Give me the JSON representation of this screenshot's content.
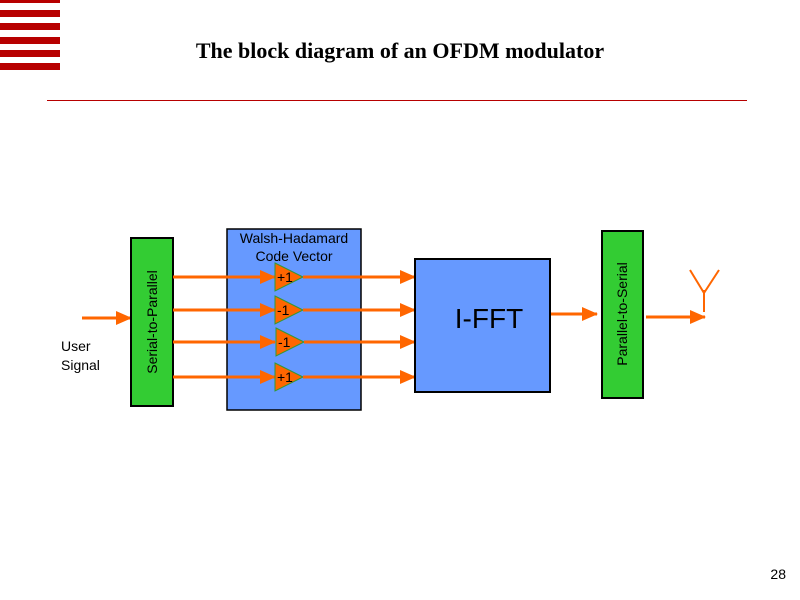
{
  "slide": {
    "title": "The block diagram of an OFDM modulator",
    "page_number": "28"
  },
  "diagram": {
    "input_label_line1": "User",
    "input_label_line2": "Signal",
    "blocks": {
      "serial_to_parallel": "Serial-to-Parallel",
      "walsh_line1": "Walsh-Hadamard",
      "walsh_line2": "Code Vector",
      "ifft": "I-FFT",
      "parallel_to_serial": "Parallel-to-Serial"
    },
    "code_vector": [
      "+1",
      "-1",
      "-1",
      "+1"
    ],
    "colors": {
      "green_block": "#33cc33",
      "blue_block": "#6699ff",
      "arrow": "#ff6600",
      "accent_red": "#b70000"
    }
  }
}
